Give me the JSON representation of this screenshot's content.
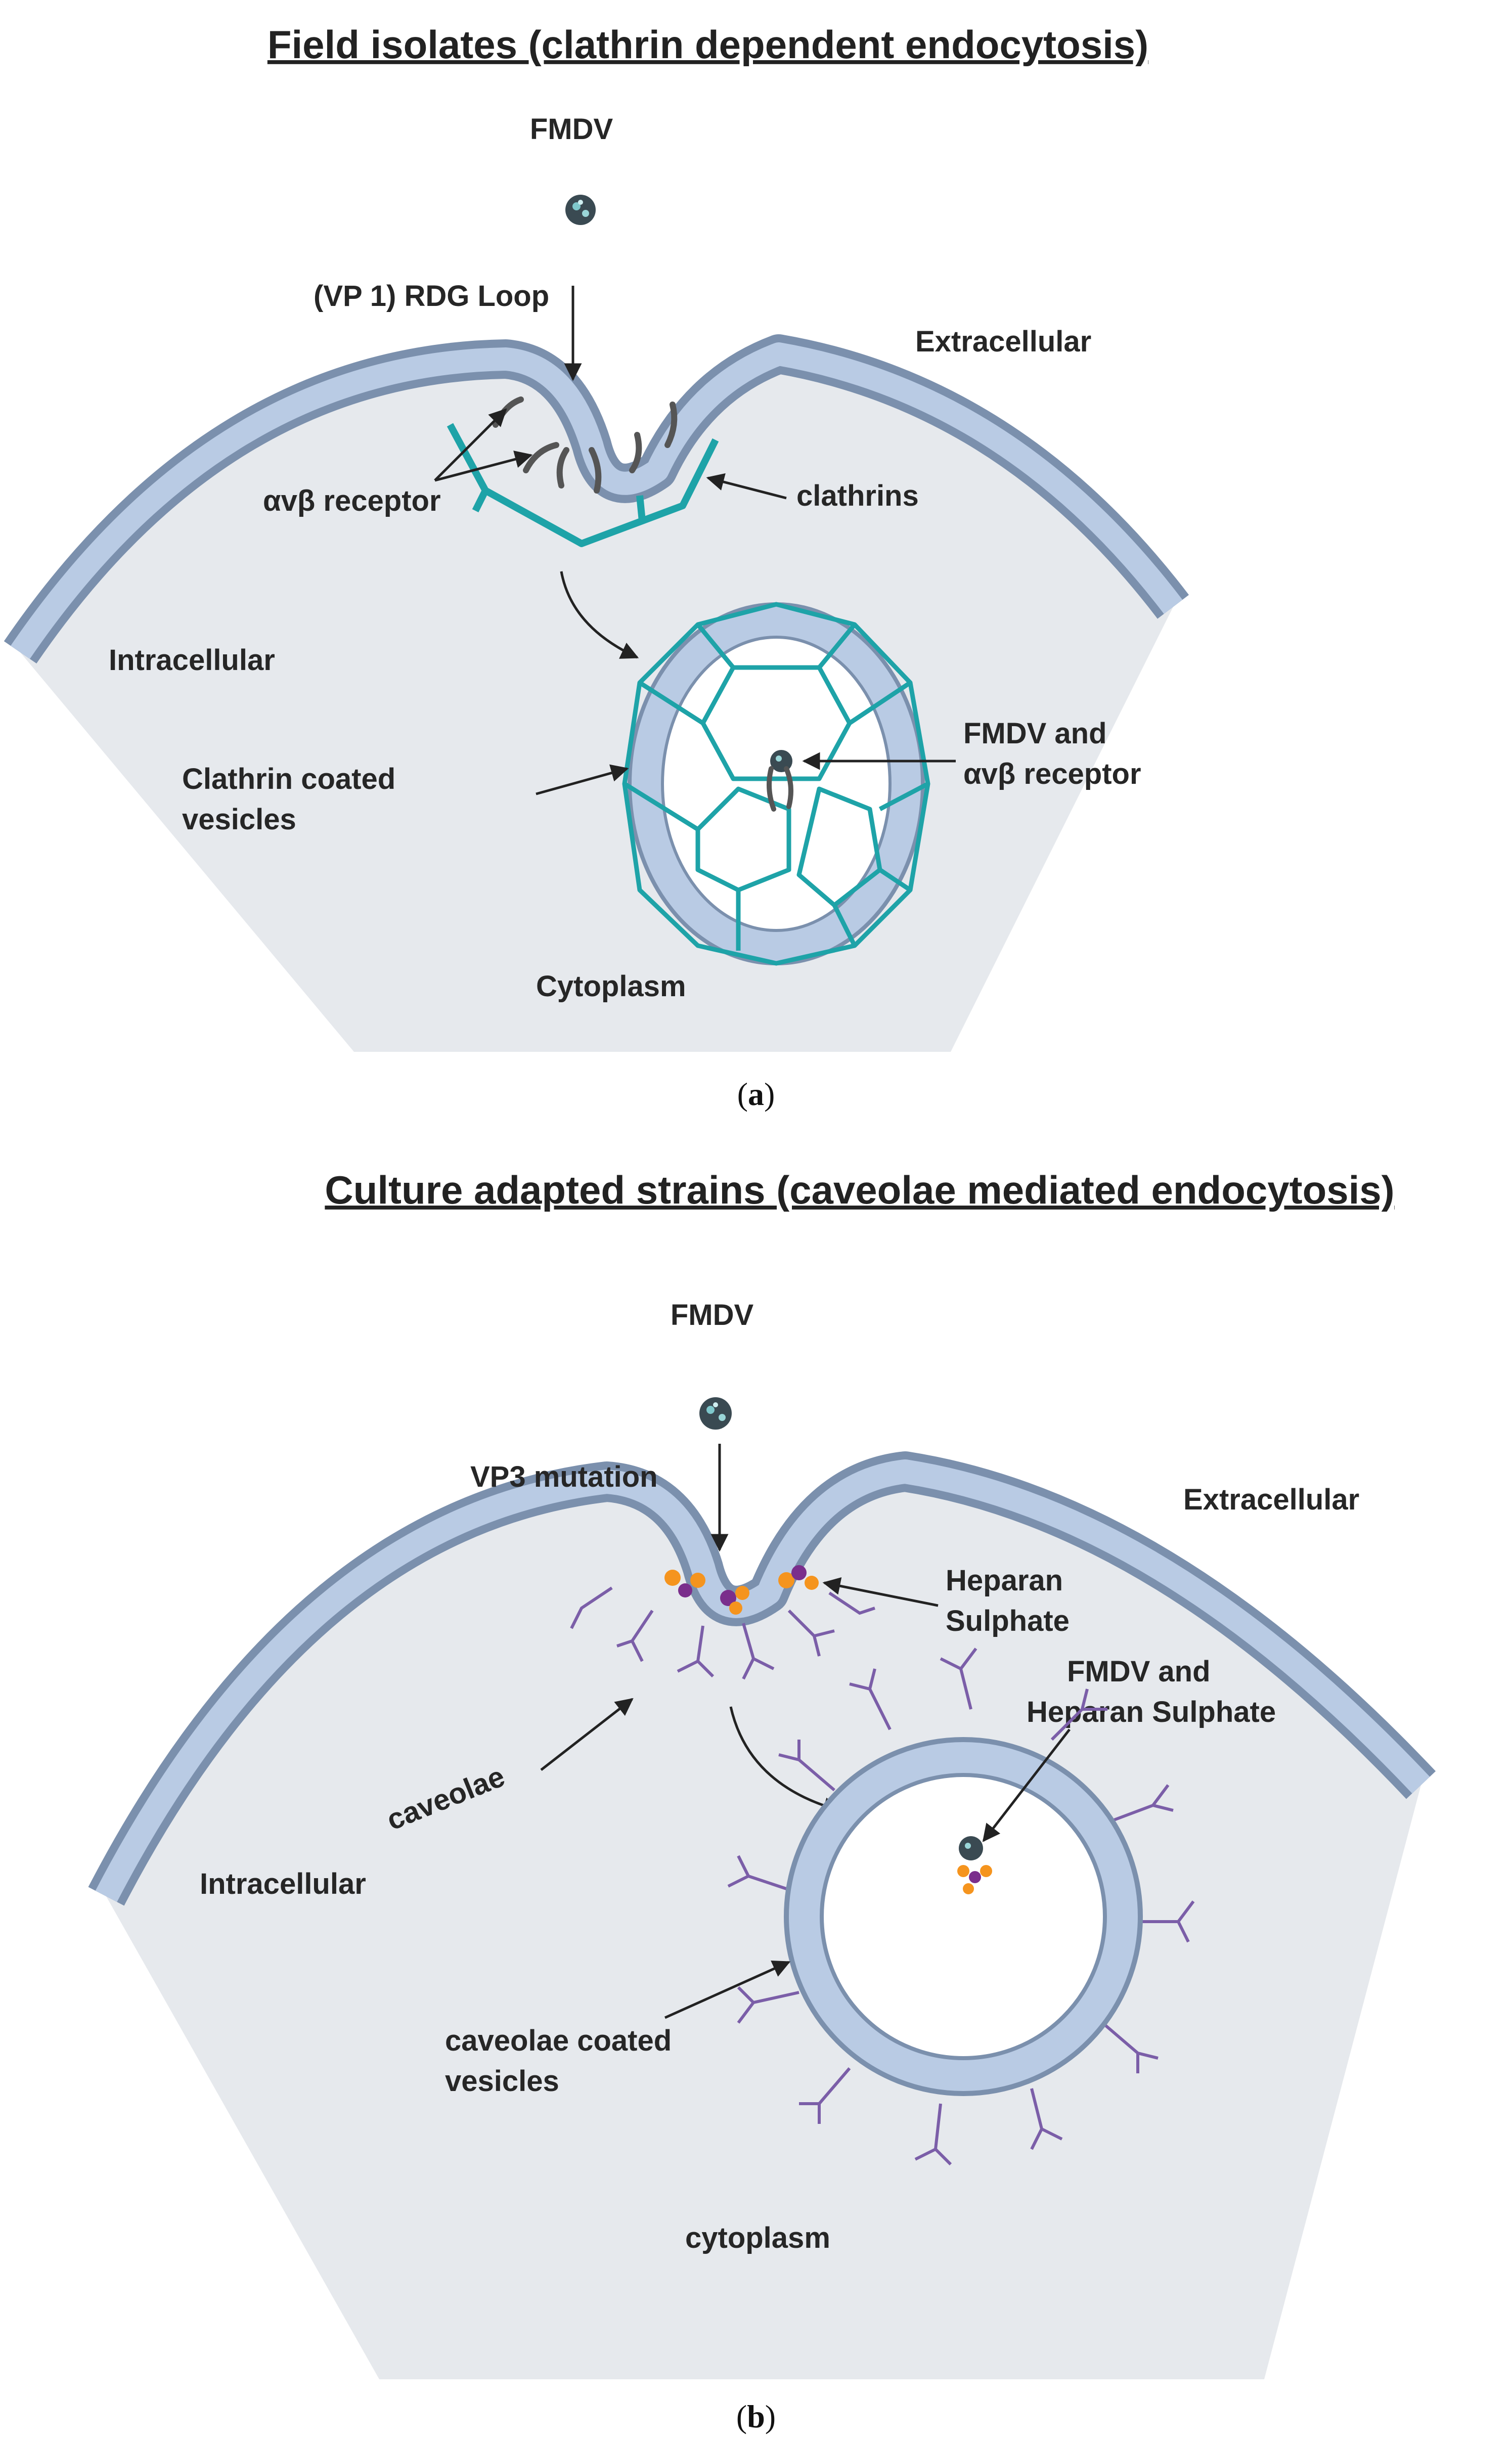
{
  "panel_a": {
    "title": "Field isolates (clathrin dependent endocytosis)",
    "labels": {
      "fmdv": "FMDV",
      "loop": "(VP 1) RDG Loop",
      "extracellular": "Extracellular",
      "receptor": "αvβ receptor",
      "clathrins": "clathrins",
      "intracellular": "Intracellular",
      "fmdv_and": "FMDV and",
      "receptor2": "αvβ receptor",
      "coated1": "Clathrin coated",
      "coated2": "vesicles",
      "cytoplasm": "Cytoplasm"
    },
    "caption": {
      "open": "(",
      "letter": "a",
      "close": ")"
    }
  },
  "panel_b": {
    "title": "Culture adapted strains (caveolae mediated endocytosis)",
    "labels": {
      "fmdv": "FMDV",
      "mutation": "VP3 mutation",
      "extracellular": "Extracellular",
      "heparan1": "Heparan",
      "heparan2": "Sulphate",
      "fmdv_and": "FMDV and",
      "heparan_sulphate": "Heparan Sulphate",
      "caveolae": "caveolae",
      "intracellular": "Intracellular",
      "coated1": "caveolae coated",
      "coated2": "vesicles",
      "cytoplasm": "cytoplasm"
    },
    "caption": {
      "open": "(",
      "letter": "b",
      "close": ")"
    }
  },
  "colors": {
    "membrane_fill": "#b9cbe4",
    "membrane_edge": "#7b90ad",
    "cell_fill": "#e6e9ed",
    "clathrin": "#1ea3a8",
    "caveolae": "#7b5ea8",
    "heparan_orange": "#f5941e",
    "heparan_purple": "#7a2e8c"
  }
}
